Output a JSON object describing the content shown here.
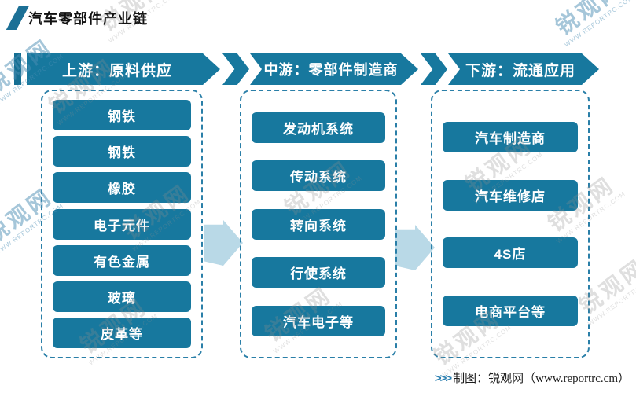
{
  "title": "汽车零部件产业链",
  "columns": [
    {
      "header": "上游：原料供应",
      "items": [
        "钢铁",
        "钢铁",
        "橡胶",
        "电子元件",
        "有色金属",
        "玻璃",
        "皮革等"
      ]
    },
    {
      "header": "中游：零部件制造商",
      "items": [
        "发动机系统",
        "传动系统",
        "转向系统",
        "行使系统",
        "汽车电子等"
      ]
    },
    {
      "header": "下游：流通应用",
      "items": [
        "汽车制造商",
        "汽车维修店",
        "4S店",
        "电商平台等"
      ]
    }
  ],
  "footer": {
    "marks": ">>>",
    "credit": "制图：锐观网（www.reportrc.cm）"
  },
  "watermark": {
    "brand": "锐观网",
    "site": "WWW.REPORTRC.COM"
  },
  "colors": {
    "primary_blue": "#17789e",
    "accent_bar_blue": "#156f93",
    "title_slash_blue": "#1c7096",
    "light_arrow_blue": "#b9d9e7",
    "dashed_border_blue": "#2a7fa8",
    "footer_marks_blue": "#2b7fb0",
    "title_text": "#111111"
  }
}
